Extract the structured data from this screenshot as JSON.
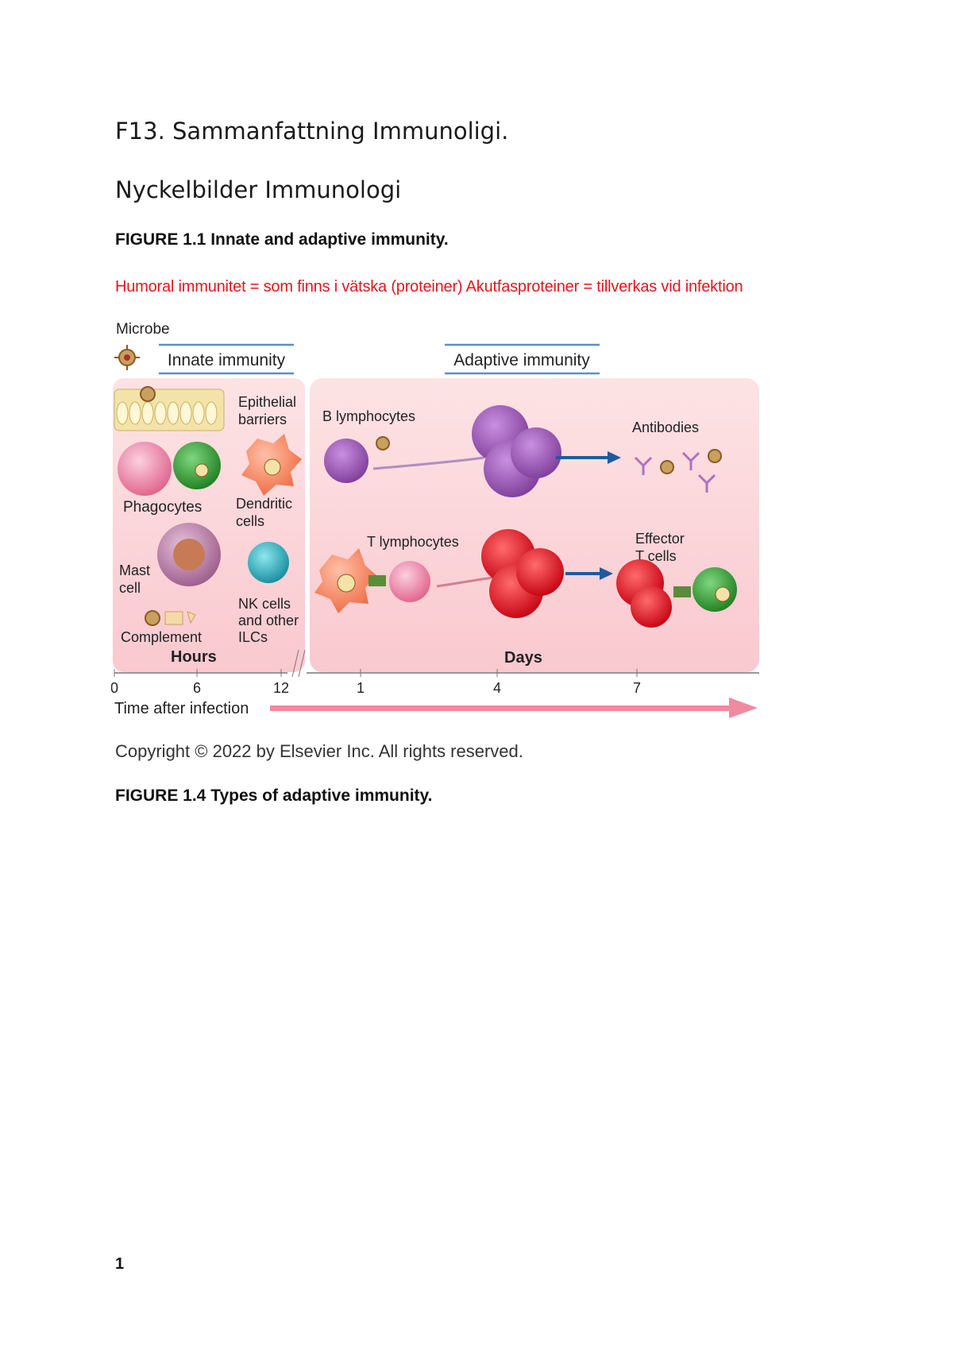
{
  "document": {
    "title": "F13. Sammanfattning Immunoligi.",
    "subtitle": "Nyckelbilder Immunologi",
    "figure1_caption": "FIGURE 1.1 Innate and adaptive immunity.",
    "note_red": "Humoral immunitet = som finns i vätska (proteiner) Akutfasproteiner = tillverkas vid infektion",
    "copyright": "Copyright © 2022 by Elsevier Inc. All rights reserved.",
    "figure4_caption": "FIGURE 1.4 Types of adaptive immunity.",
    "page_number": "1"
  },
  "figure": {
    "labels": {
      "microbe": "Microbe",
      "innate": "Innate immunity",
      "adaptive": "Adaptive immunity",
      "epithelial_1": "Epithelial",
      "epithelial_2": "barriers",
      "phagocytes": "Phagocytes",
      "dendritic_1": "Dendritic",
      "dendritic_2": "cells",
      "mast_1": "Mast",
      "mast_2": "cell",
      "nk_1": "NK cells",
      "nk_2": "and other",
      "nk_3": "ILCs",
      "complement": "Complement",
      "b_lymph": "B lymphocytes",
      "antibodies": "Antibodies",
      "t_lymph": "T lymphocytes",
      "effector_1": "Effector",
      "effector_2": "T cells",
      "hours": "Hours",
      "days": "Days",
      "time_after": "Time after infection"
    },
    "ticks": [
      "0",
      "6",
      "12",
      "1",
      "4",
      "7"
    ],
    "colors": {
      "panel": "#fbd9dc",
      "phagocyte_green": "#3aa33a",
      "b_cell": "#9b59b6",
      "t_effector": "#e8141c",
      "nk_cyan": "#29b6c6",
      "dendritic": "#f4865f",
      "arrow_blue": "#1f5a9e",
      "timeline_pink": "#f08aa0"
    }
  }
}
